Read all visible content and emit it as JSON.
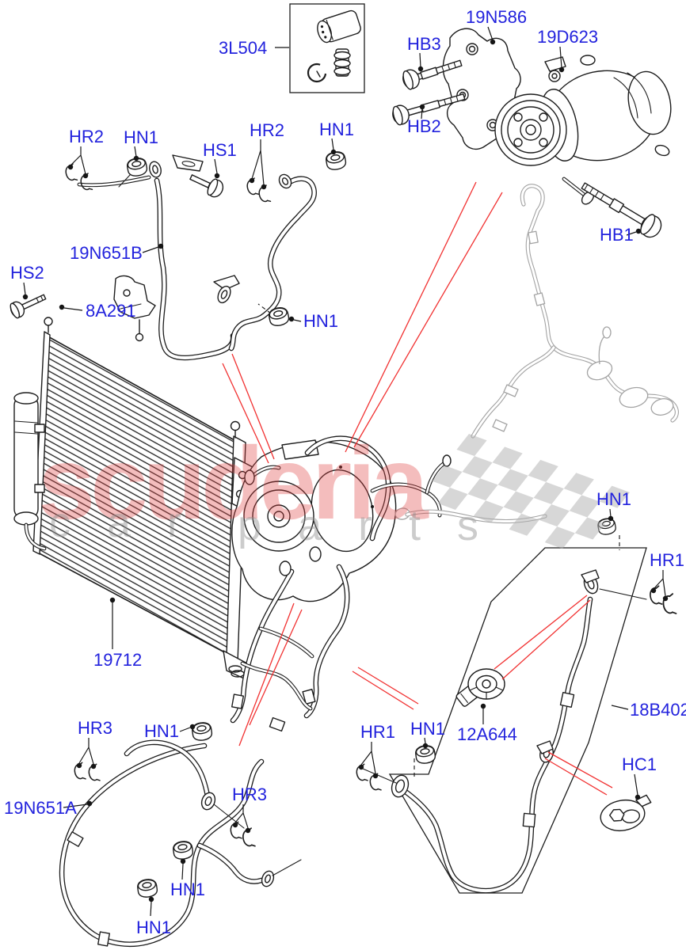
{
  "watermark": {
    "brand": "scuderia",
    "sub_left": "car",
    "sub_right": "parts"
  },
  "colors": {
    "label_blue": "#2222dd",
    "leader_red": "#f13131",
    "watermark_pink": "#e04040",
    "watermark_gray": "#909090",
    "flag_gray": "#b0b0b0",
    "art_black": "#1c1c1c",
    "ref_gray": "#a3a3a3"
  },
  "labels": [
    {
      "text": "3L504"
    },
    {
      "text": "19N586"
    },
    {
      "text": "19D623"
    },
    {
      "text": "HB3"
    },
    {
      "text": "HB2"
    },
    {
      "text": "HB1"
    },
    {
      "text": "HR2"
    },
    {
      "text": "HN1"
    },
    {
      "text": "HS1"
    },
    {
      "text": "HR2"
    },
    {
      "text": "HN1"
    },
    {
      "text": "19N651B"
    },
    {
      "text": "HN1"
    },
    {
      "text": "HS2"
    },
    {
      "text": "8A291"
    },
    {
      "text": "19712"
    },
    {
      "text": "HN1"
    },
    {
      "text": "HR1"
    },
    {
      "text": "12A644"
    },
    {
      "text": "18B402"
    },
    {
      "text": "HC1"
    },
    {
      "text": "HR3"
    },
    {
      "text": "HN1"
    },
    {
      "text": "19N651A"
    },
    {
      "text": "HR3"
    },
    {
      "text": "HN1"
    },
    {
      "text": "HN1"
    },
    {
      "text": "HR1"
    },
    {
      "text": "HN1"
    }
  ]
}
